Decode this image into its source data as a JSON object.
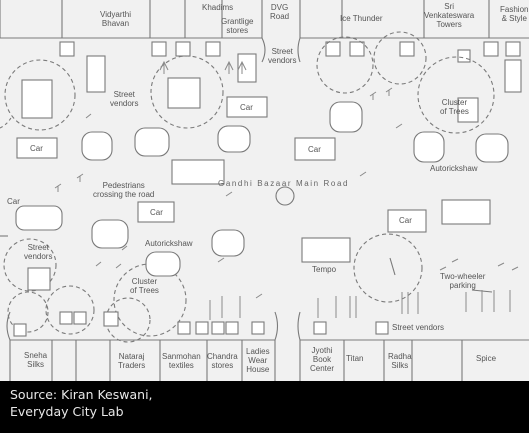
{
  "shops_top": [
    "Vidyarthi\nBhavan",
    "Khadims",
    "Grantlige\nstores",
    "DVG\nRoad",
    "Ice Thunder",
    "Sri\nVenkateswara\nTowers",
    "Fashion\n& Style"
  ],
  "shops_bottom": [
    "Sneha\nSilks",
    "Nataraj\nTraders",
    "Sanmohan\ntextiles",
    "Chandra\nstores",
    "Ladies\nWear\nHouse",
    "Jyothi\nBook\nCenter",
    "Titan",
    "Radha\nSilks",
    "Spice"
  ],
  "labels": {
    "road": "Gandhi Bazaar Main Road",
    "street_vendors": "Street vendors",
    "street_vendors_2line": "Street\nvendors",
    "cluster_of_trees": "Cluster\nof Trees",
    "car": "Car",
    "autorickshaw": "Autorickshaw",
    "pedestrians": "Pedestrians\ncrossing the road",
    "tempo": "Tempo",
    "two_wheeler": "Two-wheeler\nparking"
  },
  "caption": {
    "line1": "Source: Kiran Keswani,",
    "line2": "Everyday City Lab"
  }
}
